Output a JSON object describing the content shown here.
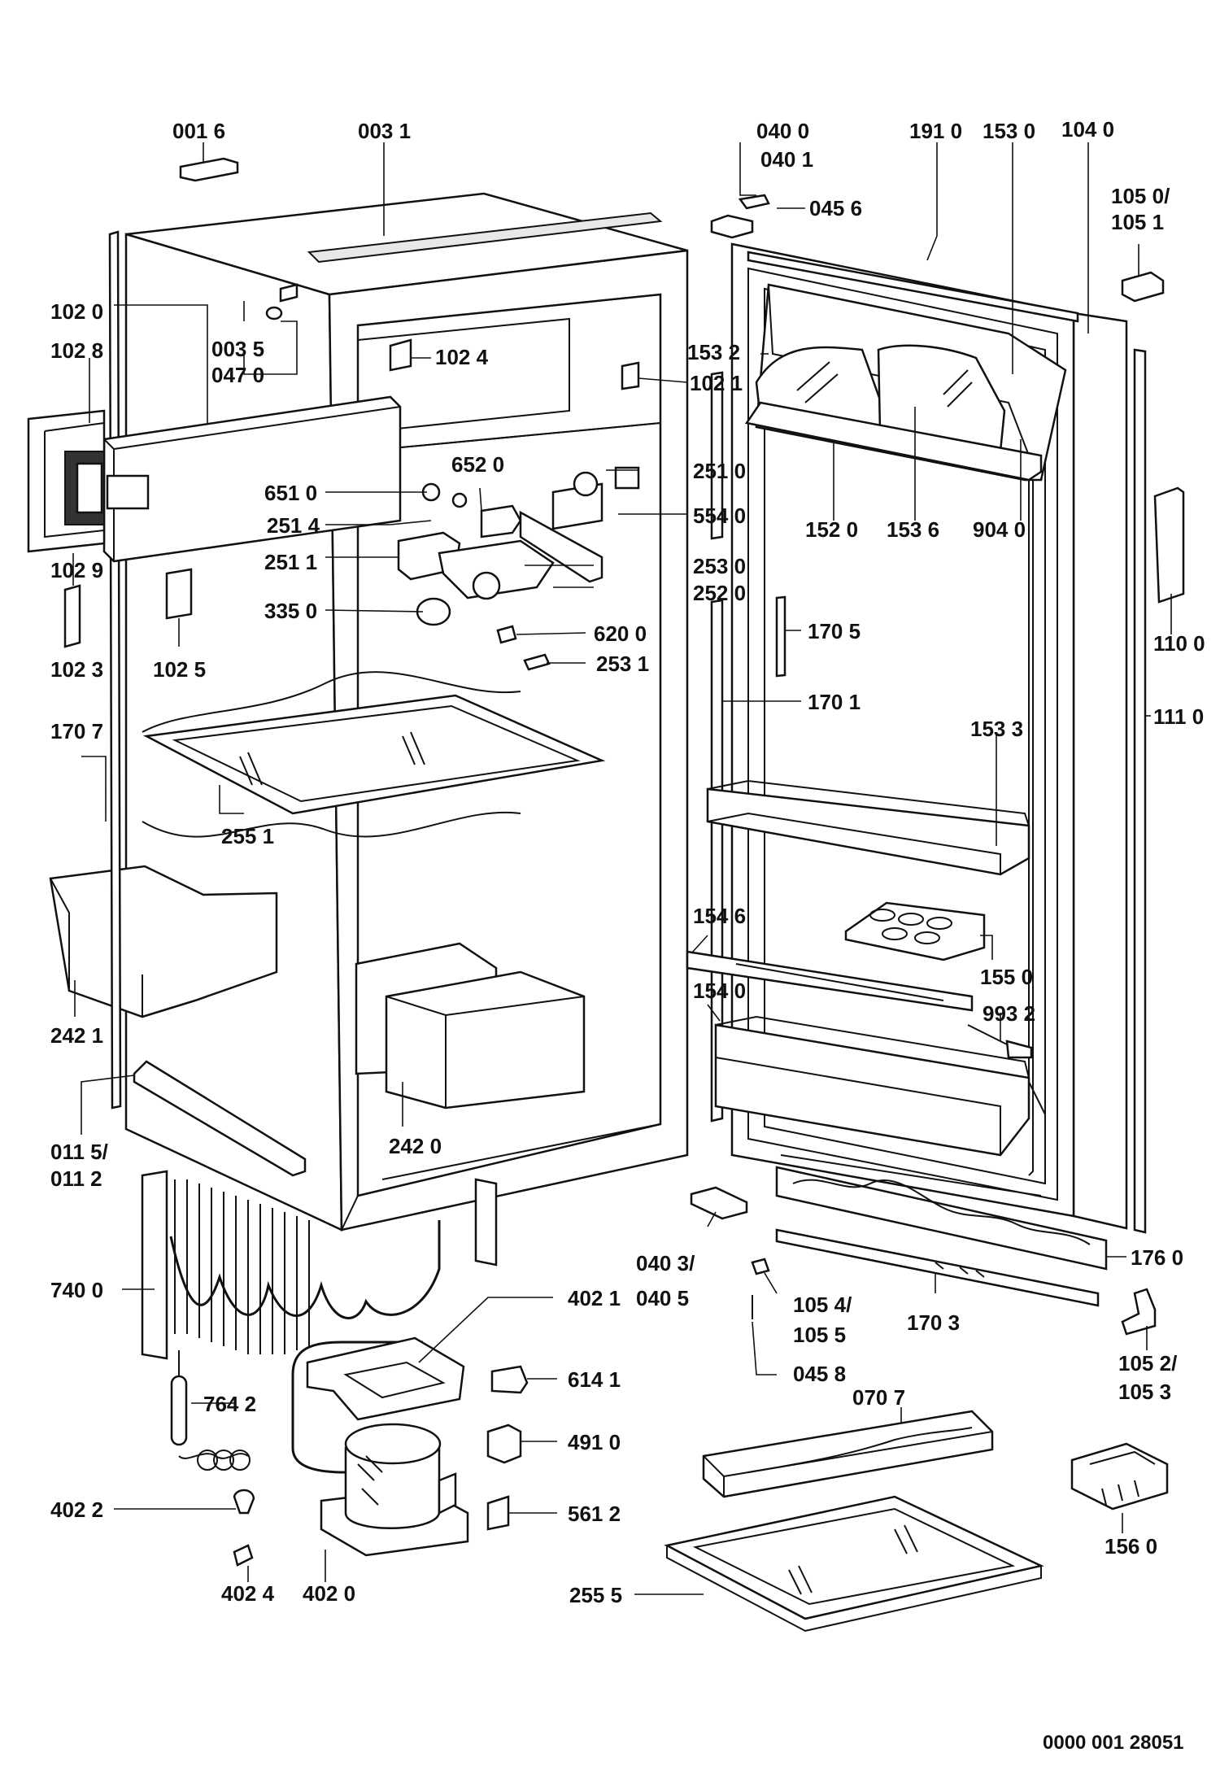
{
  "labels": {
    "p0016": "001 6",
    "p0031": "003 1",
    "p0400": "040 0",
    "p0401": "040 1",
    "p0456": "045 6",
    "p1910": "191 0",
    "p1530": "153 0",
    "p1040": "104 0",
    "p1050": "105 0/",
    "p1051": "105 1",
    "p1020": "102 0",
    "p0035": "003 5",
    "p0470": "047 0",
    "p1028": "102 8",
    "p1024": "102 4",
    "p1532": "153 2",
    "p1021": "102 1",
    "p6520": "652 0",
    "p6510": "651 0",
    "p2514": "251 4",
    "p2510": "251 0",
    "p5540": "554 0",
    "p1520": "152 0",
    "p1536": "153 6",
    "p9040": "904 0",
    "p1029": "102 9",
    "p2511": "251 1",
    "p2530": "253 0",
    "p2520": "252 0",
    "p1023": "102 3",
    "p1025": "102 5",
    "p3350": "335 0",
    "p6200": "620 0",
    "p2531": "253 1",
    "p1705": "170 5",
    "p1100": "110 0",
    "p1707": "170 7",
    "p1701": "170 1",
    "p1110": "111 0",
    "p1533": "153 3",
    "p2551": "255 1",
    "p1546": "154 6",
    "p1550": "155 0",
    "p1540": "154 0",
    "p9932": "993 2",
    "p2421": "242 1",
    "p2420": "242 0",
    "p0115": "011 5/",
    "p0112": "011 2",
    "p0403": "040 3/",
    "p0405": "040 5",
    "p1760": "176 0",
    "p7400": "740 0",
    "p1054": "105 4/",
    "p1055": "105 5",
    "p1703": "170 3",
    "p4021": "402 1",
    "p0458": "045 8",
    "p1052": "105 2/",
    "p1053": "105 3",
    "p6141": "614 1",
    "p7642": "764 2",
    "p0707": "070 7",
    "p4910": "491 0",
    "p4022": "402 2",
    "p5612": "561 2",
    "p1560": "156 0",
    "p4024": "402 4",
    "p4020": "402 0",
    "p2555": "255 5"
  },
  "drawing_ref": "0000 001 28051"
}
